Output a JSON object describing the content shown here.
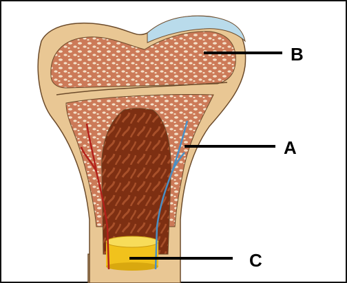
{
  "labels": {
    "a": "A",
    "b": "B",
    "c": "C"
  },
  "colors": {
    "outer_compact_bone": "#e9c794",
    "spongy_bone_fill": "#cc7a58",
    "spongy_bone_holes": "#f4e0c8",
    "medullary_cavity": "#7d2f12",
    "articular_cartilage": "#b9dbeb",
    "artery": "#b3211a",
    "vein": "#4a8fc4",
    "yellow_marrow": "#f1c21c",
    "outline": "#6b4a2a",
    "label_text": "#000000"
  }
}
